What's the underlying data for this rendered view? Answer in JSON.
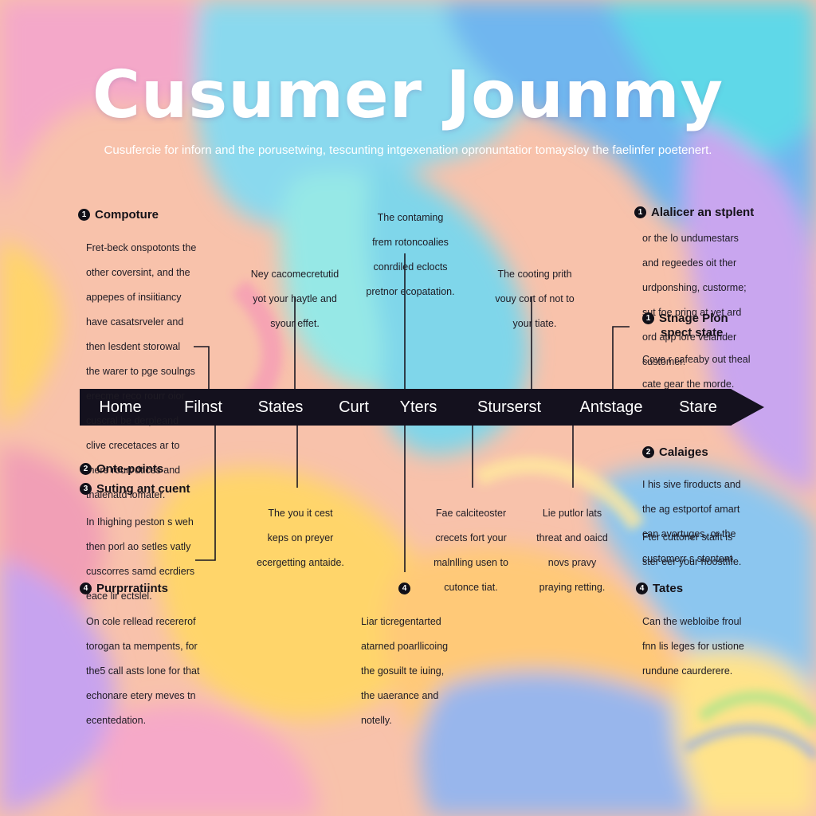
{
  "title": "Cusumer Jounmy",
  "subtitle": "Cusufercie for inforn and the porusetwing, tescunting intgexenation opronuntatior tomaysloy the faelinfer poetenert.",
  "stages": [
    "Home",
    "Filnst",
    "States",
    "Curt",
    "Yters",
    "Sturserst",
    "Antstage",
    "Stare"
  ],
  "sections": [
    {
      "id": "compoture",
      "number": "1",
      "heading": "Compoture",
      "lines": [
        "Fret-beck onspotonts the",
        "other coversint, and the",
        "appepes of insiitiancy",
        "have casatsrveler and",
        "then lesdent storowal",
        "the warer to pge soulngs",
        "erecme reco rourr oior",
        "cuscral be derpleand",
        "clive crecetaces ar to",
        "there rourt dtices and",
        "thalenatd lomater."
      ]
    },
    {
      "id": "alalicer",
      "number": "1",
      "heading": "Alalicer an stplent",
      "lines": [
        "or the lo undumestars",
        "and regeedes oit ther",
        "urdponshing, custorme;",
        "sut foe pring at yet ard",
        "ord app lore velander",
        "customer."
      ]
    },
    {
      "id": "stnage-plon",
      "number": "1",
      "heading": "Stnage Plon",
      "heading2": "spect state",
      "lines": [
        "Cove r cafeaby out theal",
        "cate gear the morde."
      ]
    },
    {
      "id": "onte-points",
      "number": "2",
      "heading": "Onte-points"
    },
    {
      "id": "suting",
      "number": "3",
      "heading": "Suting ant cuent",
      "lines": [
        "In Ihighing peston s weh",
        "then porl ao setles vatly",
        "cuscorres samd ecrdiers",
        "eace lir ectslel."
      ]
    },
    {
      "id": "purprratiints",
      "number": "4",
      "heading": "Purprratiints",
      "lines": [
        "On cole rellead recererof",
        "torogan ta mempents, for",
        "the5 call asts lone for that",
        "echonare etery meves tn",
        "ecentedation."
      ]
    },
    {
      "id": "calaiges",
      "number": "2",
      "heading": "Calaiges",
      "lines": [
        "I his sive firoducts and",
        "the ag estportof amart",
        "can avortuges, or the",
        "customerr s stentent."
      ],
      "lines2": [
        "Fter cuttoner staift is",
        "ster eer your hoostfife."
      ]
    },
    {
      "id": "tates",
      "number": "4",
      "heading": "Tates",
      "lines": [
        "Can the webloibe froul",
        "fnn lis leges for ustione",
        "rundune caurderere."
      ]
    }
  ],
  "callouts": {
    "top_center": [
      "The contaming",
      "frem rotoncoalies",
      "conrdiled eclocts",
      "pretnor ecopatation."
    ],
    "top_left": [
      "Ney cacomecretutid",
      "yot your haytle and",
      "syour effet."
    ],
    "top_right": [
      "The cooting prith",
      "vouy cort of not to",
      "your tiate."
    ],
    "bottom_left": [
      "The you it cest",
      "keps on preyer",
      "ecergetting antaide."
    ],
    "bottom_center_left": [
      "Fae calciteoster",
      "crecets fort your",
      "malnlling usen to",
      "cutonce tiat."
    ],
    "bottom_center_right": [
      "Lie putlor lats",
      "threat and oaicd",
      "novs pravy",
      "praying retting."
    ],
    "bottom_center": [
      "Liar ticregentarted",
      "atarned poarllicoing",
      "the gosuilt te iuing,",
      "the uaerance and",
      "notelly."
    ],
    "bottom_center_badge": "4"
  },
  "palette": {
    "peach": "#f9c3a8",
    "cyan": "#7fe3ea",
    "blue": "#6fb8ee",
    "lavender": "#c9a6ef",
    "yellow": "#ffd56a",
    "orange": "#ffb574",
    "pink": "#f6a9c8",
    "dark": "#14111e"
  }
}
